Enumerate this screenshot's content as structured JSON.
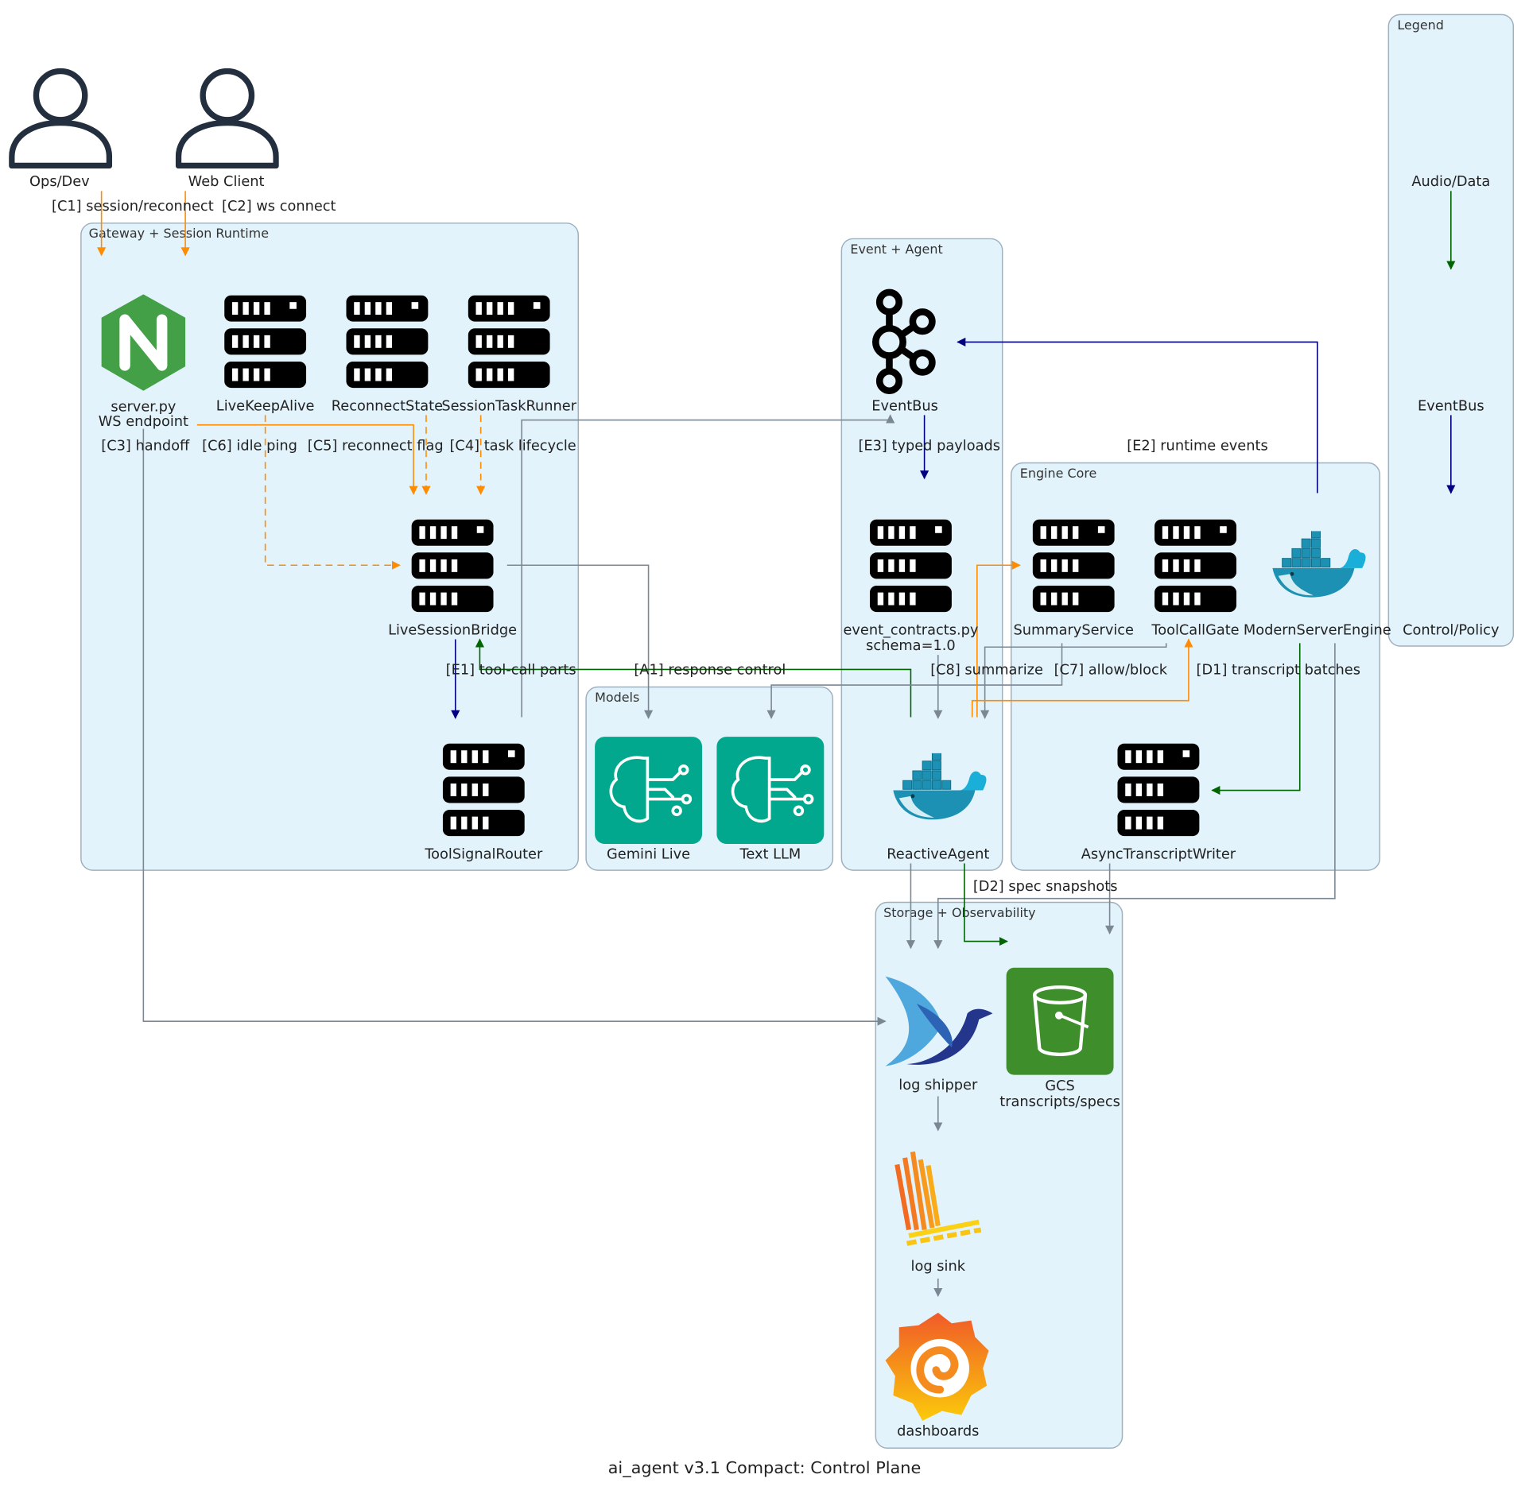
{
  "title": "ai_agent v3.1 Compact: Control Plane",
  "colors": {
    "control": "#FF8C00",
    "data": "#006400",
    "event": "#000080",
    "default": "#7B8894",
    "cluster_fill": "#E3F3FB"
  },
  "clusters": {
    "gateway": "Gateway + Session Runtime",
    "event_agent": "Event + Agent",
    "engine": "Engine Core",
    "models": "Models",
    "storage": "Storage + Observability",
    "legend": "Legend"
  },
  "nodes": {
    "ops_dev": {
      "label": "Ops/Dev",
      "icon": "user-icon"
    },
    "web_client": {
      "label": "Web Client",
      "icon": "user-icon"
    },
    "server_py": {
      "label": "server.py",
      "label2": "WS endpoint",
      "icon": "nginx-icon"
    },
    "live_keep_alive": {
      "label": "LiveKeepAlive",
      "icon": "server-icon"
    },
    "reconnect_state": {
      "label": "ReconnectState",
      "icon": "server-icon"
    },
    "session_task_runner": {
      "label": "SessionTaskRunner",
      "icon": "server-icon"
    },
    "live_session_bridge": {
      "label": "LiveSessionBridge",
      "icon": "server-icon"
    },
    "tool_signal_router": {
      "label": "ToolSignalRouter",
      "icon": "server-icon"
    },
    "event_bus": {
      "label": "EventBus",
      "icon": "kafka-icon"
    },
    "event_contracts": {
      "label": "event_contracts.py",
      "label2": "schema=1.0",
      "icon": "server-icon"
    },
    "reactive_agent": {
      "label": "ReactiveAgent",
      "icon": "docker-icon"
    },
    "summary_service": {
      "label": "SummaryService",
      "icon": "server-icon"
    },
    "tool_call_gate": {
      "label": "ToolCallGate",
      "icon": "server-icon"
    },
    "modern_server_engine": {
      "label": "ModernServerEngine",
      "icon": "docker-icon"
    },
    "async_transcript_writer": {
      "label": "AsyncTranscriptWriter",
      "icon": "server-icon"
    },
    "gemini_live": {
      "label": "Gemini Live",
      "icon": "ai-brain-icon"
    },
    "text_llm": {
      "label": "Text LLM",
      "icon": "ai-brain-icon"
    },
    "log_shipper": {
      "label": "log shipper",
      "icon": "bird-icon"
    },
    "gcs": {
      "label": "GCS",
      "label2": "transcripts/specs",
      "icon": "bucket-icon"
    },
    "log_sink": {
      "label": "log sink",
      "icon": "loki-icon"
    },
    "dashboards": {
      "label": "dashboards",
      "icon": "grafana-icon"
    }
  },
  "edge_labels": {
    "c1": "[C1] session/reconnect",
    "c2": "[C2] ws connect",
    "c3": "[C3] handoff",
    "c6": "[C6] idle ping",
    "c5": "[C5] reconnect flag",
    "c4": "[C4] task lifecycle",
    "e3": "[E3] typed payloads",
    "e2": "[E2] runtime events",
    "e1": "[E1] tool-call parts",
    "a1": "[A1] response control",
    "c8": "[C8] summarize",
    "c7": "[C7] allow/block",
    "d1": "[D1] transcript batches",
    "d2": "[D2] spec snapshots"
  },
  "legend": {
    "items": [
      "Audio/Data",
      "EventBus",
      "Control/Policy"
    ]
  }
}
